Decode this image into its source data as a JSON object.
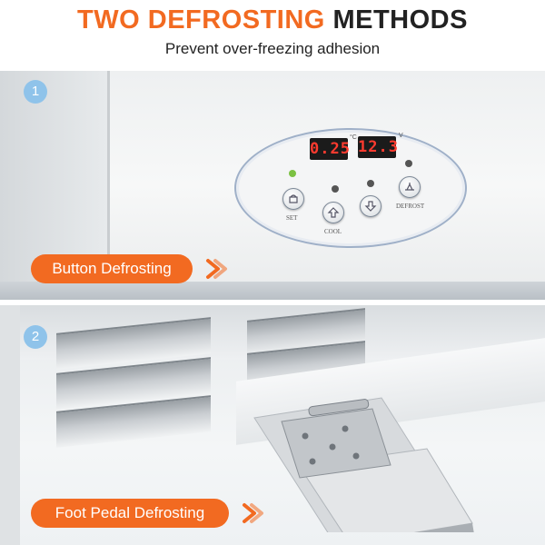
{
  "header": {
    "title_highlight": "TWO DEFROSTING",
    "title_rest": "METHODS",
    "subtitle": "Prevent over-freezing adhesion"
  },
  "section1": {
    "badge": "1",
    "pill_label": "Button Defrosting",
    "control_panel": {
      "display_left": "0.25",
      "display_right": "12.3",
      "unit_left": "°C",
      "unit_right": "V",
      "buttons": [
        {
          "icon": "set-icon",
          "label": "SET"
        },
        {
          "icon": "up-arrow-icon",
          "label": "COOL"
        },
        {
          "icon": "down-arrow-icon",
          "label": ""
        },
        {
          "icon": "defrost-icon",
          "label": "DEFROST"
        }
      ]
    }
  },
  "section2": {
    "badge": "2",
    "pill_label": "Foot Pedal Defrosting"
  },
  "colors": {
    "accent": "#f26a21",
    "badge": "#8fc3ea",
    "led_green": "#7bc142",
    "led_off": "#555555",
    "display_red": "#ff3b2f"
  }
}
